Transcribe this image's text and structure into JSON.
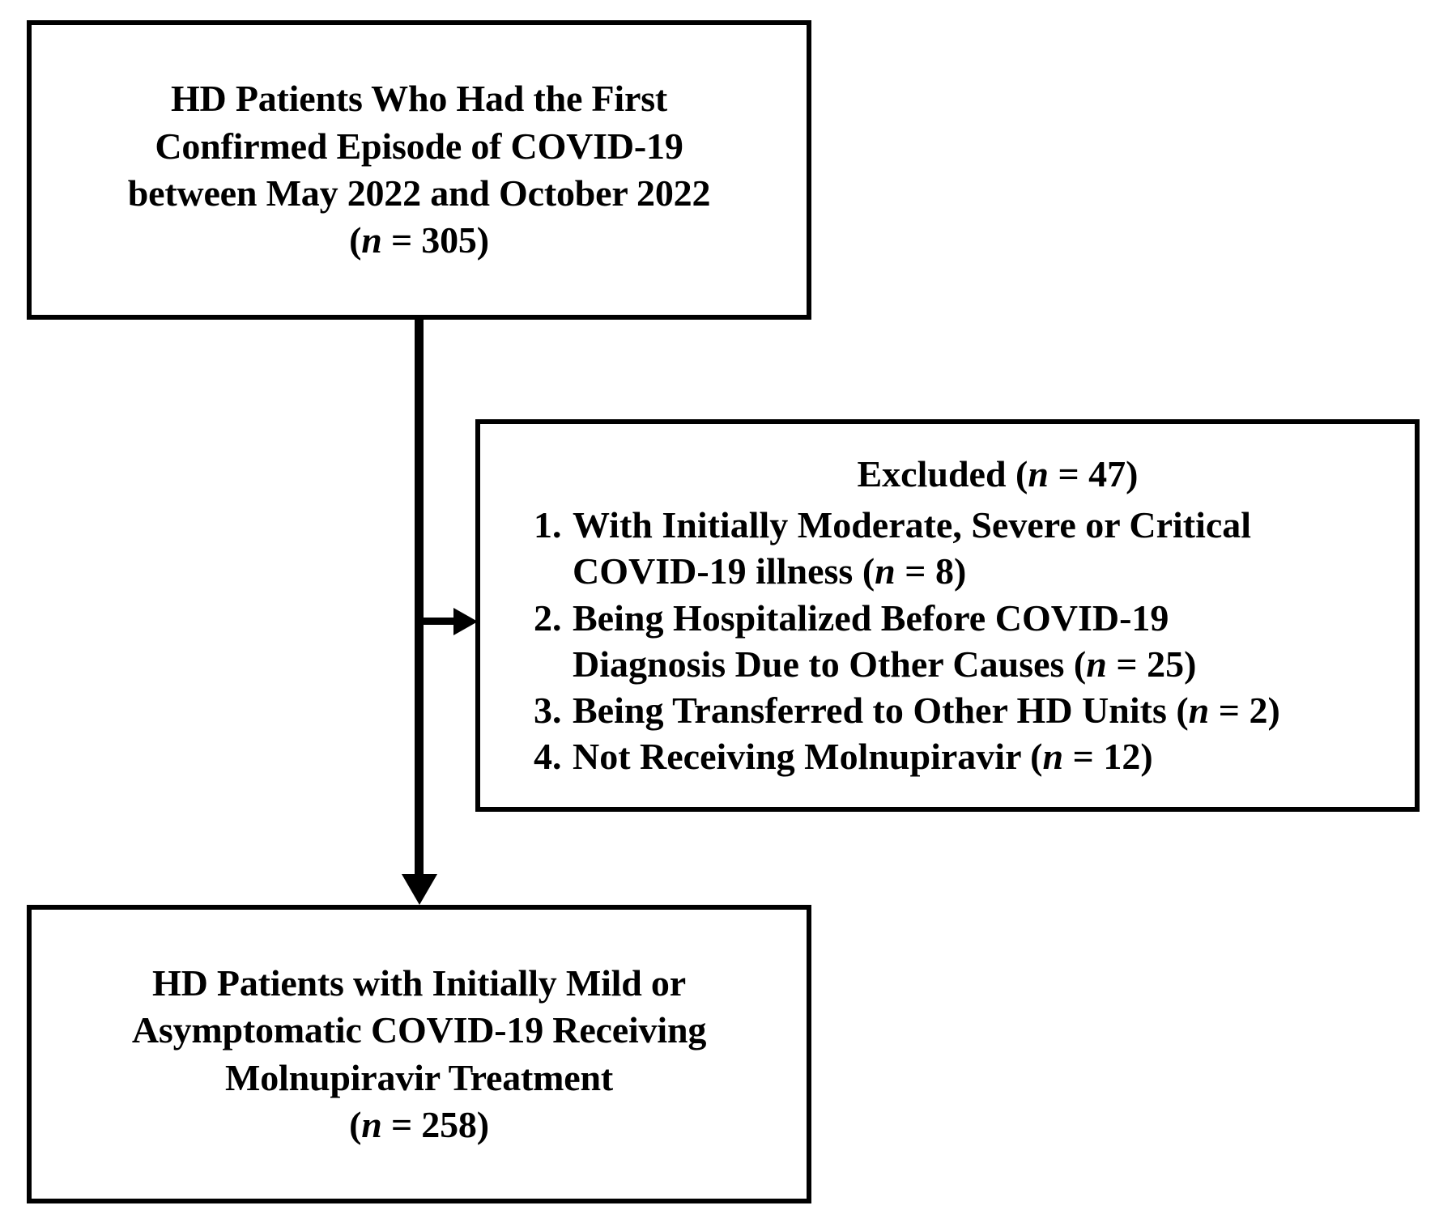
{
  "figure": {
    "type": "flowchart",
    "orientation": "vertical",
    "stroke_color": "#000000",
    "background_color": "#ffffff"
  },
  "nodes": {
    "source": {
      "id": "source-cohort",
      "lines": [
        "HD Patients Who Had the First",
        "Confirmed Episode of COVID-19",
        "between May 2022 and October 2022"
      ],
      "n_prefix": "(",
      "n_symbol": "n",
      "n_equals": " = ",
      "n_value": "305",
      "n_suffix": ")",
      "n_label": "(n = 305)"
    },
    "excluded": {
      "id": "excluded",
      "heading_text": "Excluded ",
      "heading_n_prefix": "(",
      "heading_n_symbol": "n",
      "heading_n_equals": " = ",
      "heading_n_value": "47",
      "heading_n_suffix": ")",
      "heading_label": "Excluded (n = 47)",
      "items": [
        {
          "number": "1.",
          "lines": [
            "With Initially Moderate, Severe or Critical",
            "COVID-19 illness "
          ],
          "n_prefix": "(",
          "n_symbol": "n",
          "n_equals": " = ",
          "n_value": "8",
          "n_suffix": ")",
          "n_label": "(n = 8)",
          "full_text": "With Initially Moderate, Severe or Critical COVID-19 illness (n = 8)"
        },
        {
          "number": "2.",
          "lines": [
            "Being Hospitalized Before COVID-19",
            "Diagnosis Due to Other Causes "
          ],
          "n_prefix": "(",
          "n_symbol": "n",
          "n_equals": " = ",
          "n_value": "25",
          "n_suffix": ")",
          "n_label": "(n = 25)",
          "full_text": "Being Hospitalized Before COVID-19 Diagnosis Due to Other Causes (n = 25)"
        },
        {
          "number": "3.",
          "lines": [
            "Being Transferred to Other HD Units "
          ],
          "n_prefix": "(",
          "n_symbol": "n",
          "n_equals": " = ",
          "n_value": "2",
          "n_suffix": ")",
          "n_label": "(n = 2)",
          "full_text": "Being Transferred to Other HD Units (n = 2)"
        },
        {
          "number": "4.",
          "lines": [
            "Not Receiving Molnupiravir "
          ],
          "n_prefix": "(",
          "n_symbol": "n",
          "n_equals": " = ",
          "n_value": "12",
          "n_suffix": ")",
          "n_label": "(n = 12)",
          "full_text": "Not Receiving Molnupiravir (n = 12)"
        }
      ]
    },
    "final": {
      "id": "final-cohort",
      "lines": [
        "HD Patients with Initially Mild or",
        "Asymptomatic COVID-19 Receiving",
        "Molnupiravir Treatment"
      ],
      "n_prefix": "(",
      "n_symbol": "n",
      "n_equals": " = ",
      "n_value": "258",
      "n_suffix": ")",
      "n_label": "(n = 258)"
    }
  },
  "connectors": [
    {
      "name": "source-to-final",
      "kind": "vertical-arrow",
      "from": "source-cohort",
      "to": "final-cohort"
    },
    {
      "name": "source-to-excluded",
      "kind": "horizontal-arrow",
      "from": "source-cohort",
      "to": "excluded"
    }
  ]
}
